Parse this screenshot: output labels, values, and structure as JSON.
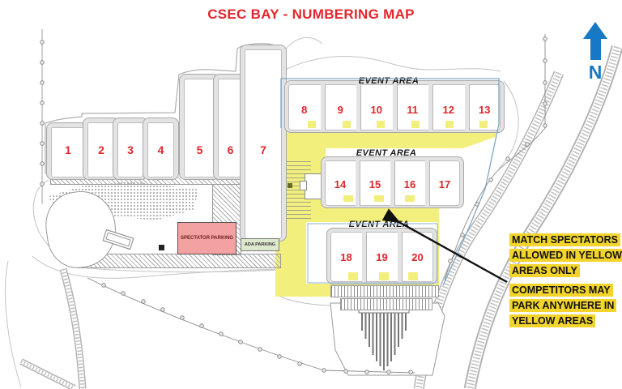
{
  "title": "CSEC BAY - NUMBERING MAP",
  "north_label": "N",
  "bays": [
    "1",
    "2",
    "3",
    "4",
    "5",
    "6",
    "7",
    "8",
    "9",
    "10",
    "11",
    "12",
    "13",
    "14",
    "15",
    "16",
    "17",
    "18",
    "19",
    "20"
  ],
  "event_area_labels": [
    "EVENT AREA",
    "EVENT AREA",
    "EVENT AREA"
  ],
  "parking": {
    "spectator_label": "SPECTATOR PARKING",
    "ada_label": "ADA PARKING"
  },
  "legend": {
    "spectators": [
      "MATCH SPECTATORS",
      "ALLOWED IN YELLOW",
      "AREAS ONLY"
    ],
    "competitors": [
      "COMPETITORS MAY",
      "PARK ANYWHERE IN",
      "YELLOW AREAS"
    ]
  },
  "colors": {
    "title_red": "#e4252b",
    "bay_number_red": "#e0262b",
    "map_yellow": "#f3ef7d",
    "highlight_yellow": "#f2d42c",
    "spectator_pink": "#f2a3a1",
    "ada_green": "#dde8cd",
    "north_blue": "#1778c6",
    "boundary_blue": "#7fa8c4"
  }
}
